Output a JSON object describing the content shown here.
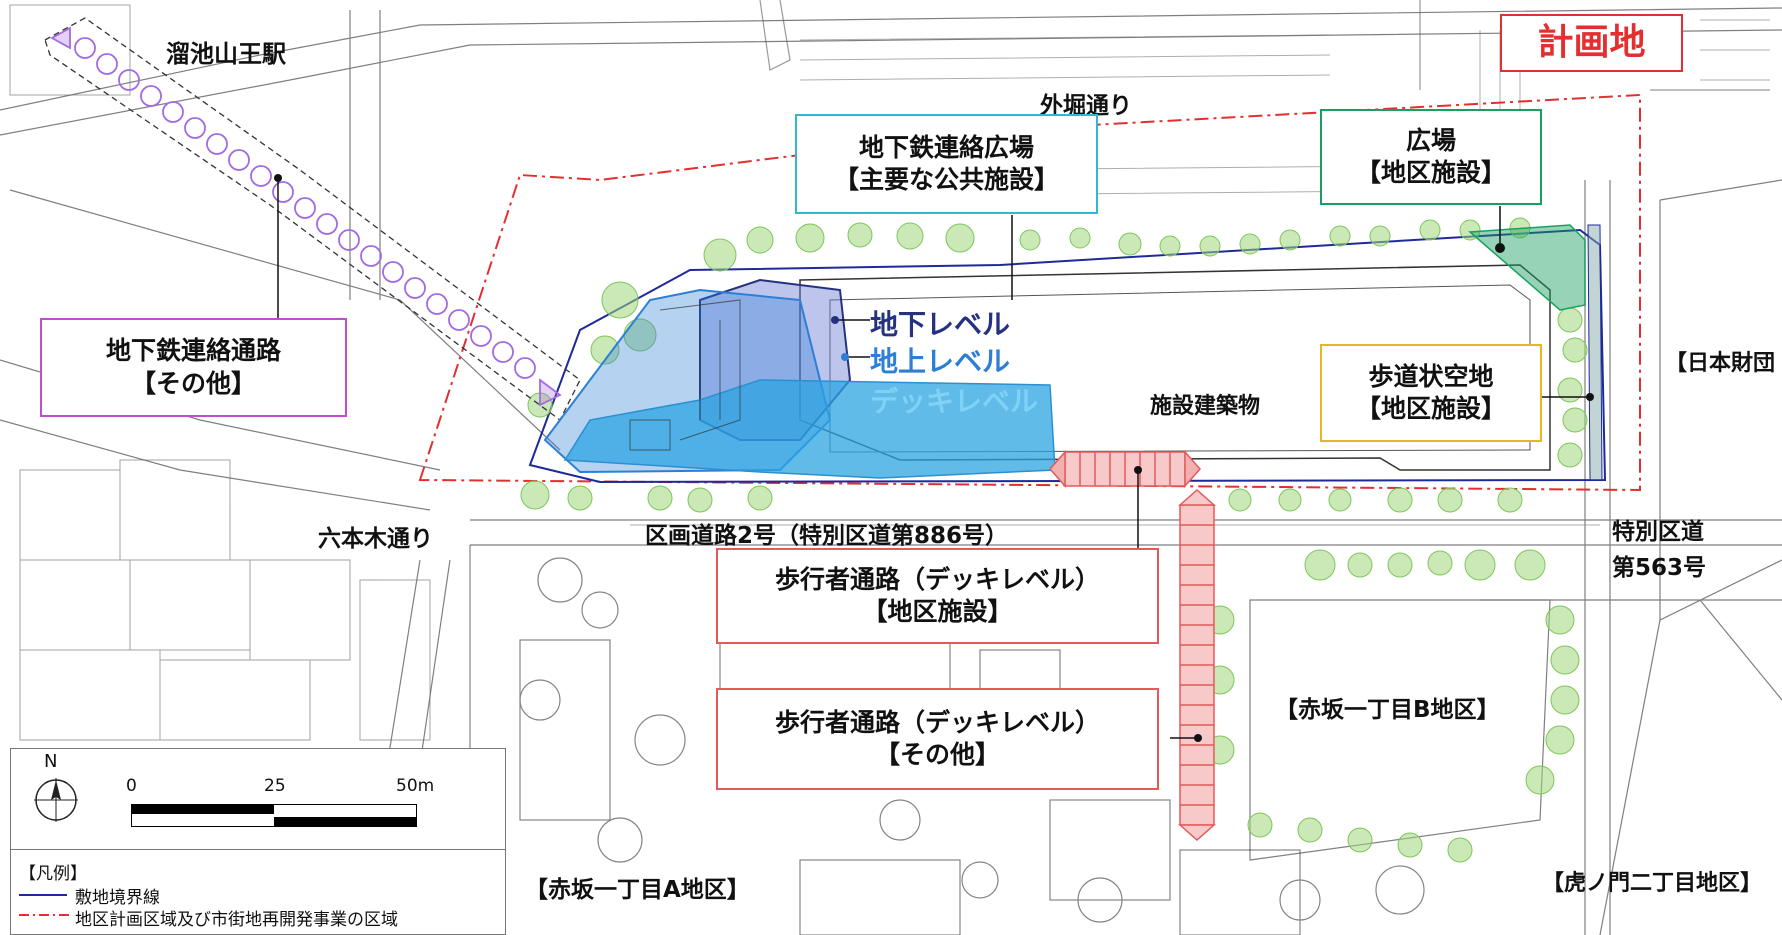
{
  "title": "計画地",
  "colors": {
    "boundary_red": "#e32f2f",
    "site_blue": "#1f2a9a",
    "underground": "#25327f",
    "ground": "#2d7fd6",
    "deck": "#49b8e8",
    "subway_plaza_border": "#31b7d6",
    "plaza_border": "#18a060",
    "sidewalk_border": "#e8b42a",
    "subway_passage_border": "#c24cd2",
    "pedestrian_border": "#e35a5a",
    "tree_green": "#9ed77a"
  },
  "places": {
    "station": "溜池山王駅",
    "sotobori": "外堀通り",
    "roppongi": "六本木通り",
    "road_886": "区画道路2号（特別区道第886号）",
    "road_563_line1": "特別区道",
    "road_563_line2": "第563号",
    "facility_building": "施設建築物",
    "nippon_zaidan": "【日本財団",
    "akasaka_b": "【赤坂一丁目B地区】",
    "akasaka_a": "【赤坂一丁目A地区】",
    "toranomon": "【虎ノ門二丁目地区】"
  },
  "levels": {
    "underground": "地下レベル",
    "ground": "地上レベル",
    "deck": "デッキレベル"
  },
  "callouts": {
    "subway_plaza": {
      "line1": "地下鉄連絡広場",
      "line2": "【主要な公共施設】"
    },
    "plaza": {
      "line1": "広場",
      "line2": "【地区施設】"
    },
    "subway_passage": {
      "line1": "地下鉄連絡通路",
      "line2": "【その他】"
    },
    "sidewalk_space": {
      "line1": "歩道状空地",
      "line2": "【地区施設】"
    },
    "pedestrian_deck_facility": {
      "line1": "歩行者通路（デッキレベル）",
      "line2": "【地区施設】"
    },
    "pedestrian_deck_other": {
      "line1": "歩行者通路（デッキレベル）",
      "line2": "【その他】"
    }
  },
  "legend": {
    "north": "N",
    "scale_0": "0",
    "scale_25": "25",
    "scale_50": "50m",
    "heading": "【凡例】",
    "site_boundary": "敷地境界線",
    "district_area": "地区計画区域及び市街地再開発事業の区域"
  }
}
